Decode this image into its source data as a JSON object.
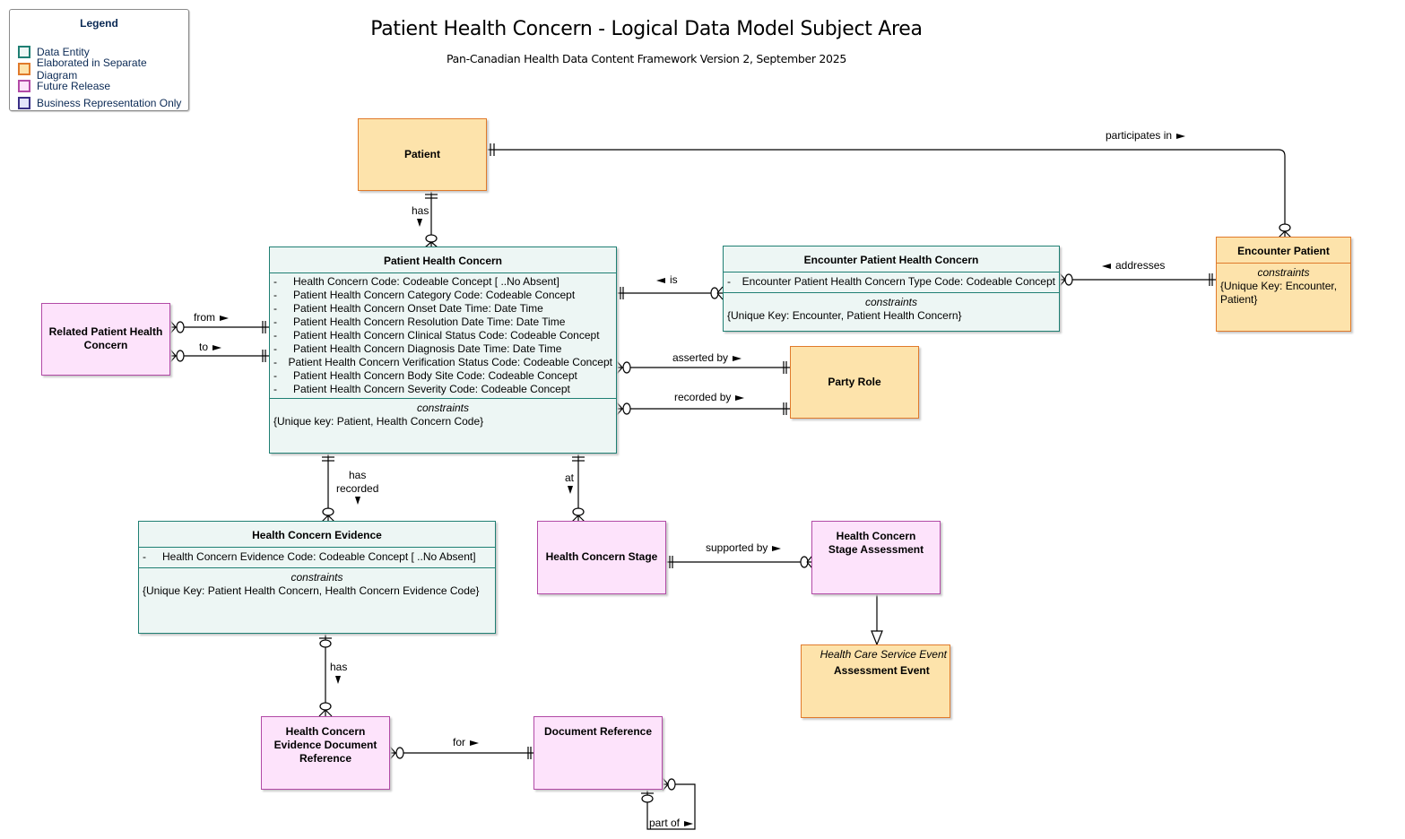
{
  "legend": {
    "title": "Legend",
    "items": [
      {
        "label": "Data Entity",
        "fill": "#edf6f4",
        "border": "#1f7f73"
      },
      {
        "label": "Elaborated in Separate Diagram",
        "fill": "#fde3ab",
        "border": "#e07a2b"
      },
      {
        "label": "Future Release",
        "fill": "#fde3fb",
        "border": "#b24aa6"
      },
      {
        "label": "Business Representation Only",
        "fill": "#e3e3fb",
        "border": "#3a2f86"
      }
    ]
  },
  "header": {
    "title": "Patient Health Concern - Logical Data Model Subject Area",
    "subtitle": "Pan-Canadian Health Data Content Framework Version 2, September 2025"
  },
  "entities": {
    "patient": {
      "name": "Patient",
      "category": "Elaborated in Separate Diagram"
    },
    "patient_health_concern": {
      "name": "Patient Health Concern",
      "category": "Data Entity",
      "attributes": [
        "Health Concern Code: Codeable Concept [ ..No Absent]",
        "Patient Health Concern Category Code: Codeable Concept",
        "Patient Health Concern Onset Date Time: Date Time",
        "Patient Health Concern Resolution Date Time: Date Time",
        "Patient Health Concern Clinical Status Code: Codeable Concept",
        "Patient Health Concern Diagnosis Date Time: Date Time",
        "Patient Health Concern Verification Status Code: Codeable Concept",
        "Patient Health Concern Body Site Code: Codeable Concept",
        "Patient Health Concern Severity Code: Codeable Concept"
      ],
      "constraints_label": "constraints",
      "constraints": "{Unique key: Patient, Health Concern Code}"
    },
    "encounter_patient_health_concern": {
      "name": "Encounter Patient Health Concern",
      "category": "Data Entity",
      "attributes": [
        "Encounter Patient Health Concern Type Code: Codeable Concept"
      ],
      "constraints_label": "constraints",
      "constraints": "{Unique Key: Encounter, Patient Health Concern}"
    },
    "encounter_patient": {
      "name": "Encounter Patient",
      "category": "Elaborated in Separate Diagram",
      "constraints_label": "constraints",
      "constraints": "{Unique Key: Encounter, Patient}"
    },
    "related_patient_health_concern": {
      "name": "Related Patient Health Concern",
      "category": "Future Release"
    },
    "party_role": {
      "name": "Party Role",
      "category": "Elaborated in Separate Diagram"
    },
    "health_concern_evidence": {
      "name": "Health Concern Evidence",
      "category": "Data Entity",
      "attributes": [
        "Health Concern Evidence Code: Codeable Concept [ ..No Absent]"
      ],
      "constraints_label": "constraints",
      "constraints": "{Unique Key: Patient Health Concern, Health Concern Evidence Code}"
    },
    "health_concern_stage": {
      "name": "Health Concern Stage",
      "category": "Future Release"
    },
    "health_concern_stage_assessment": {
      "name": "Health Concern Stage Assessment",
      "category": "Future Release"
    },
    "assessment_event": {
      "name": "Assessment Event",
      "stereotype": "Health Care Service Event",
      "category": "Elaborated in Separate Diagram"
    },
    "health_concern_evidence_document_reference": {
      "name": "Health Concern Evidence Document Reference",
      "category": "Future Release"
    },
    "document_reference": {
      "name": "Document Reference",
      "category": "Future Release"
    }
  },
  "relationships": {
    "patient_participates_in": "participates in",
    "patient_has": "has",
    "is": "is",
    "addresses": "addresses",
    "from": "from",
    "to": "to",
    "asserted_by": "asserted by",
    "recorded_by": "recorded by",
    "has_recorded_1": "has",
    "has_recorded_2": "recorded",
    "at": "at",
    "supported_by": "supported by",
    "evidence_has": "has",
    "for": "for",
    "part_of": "part of"
  }
}
